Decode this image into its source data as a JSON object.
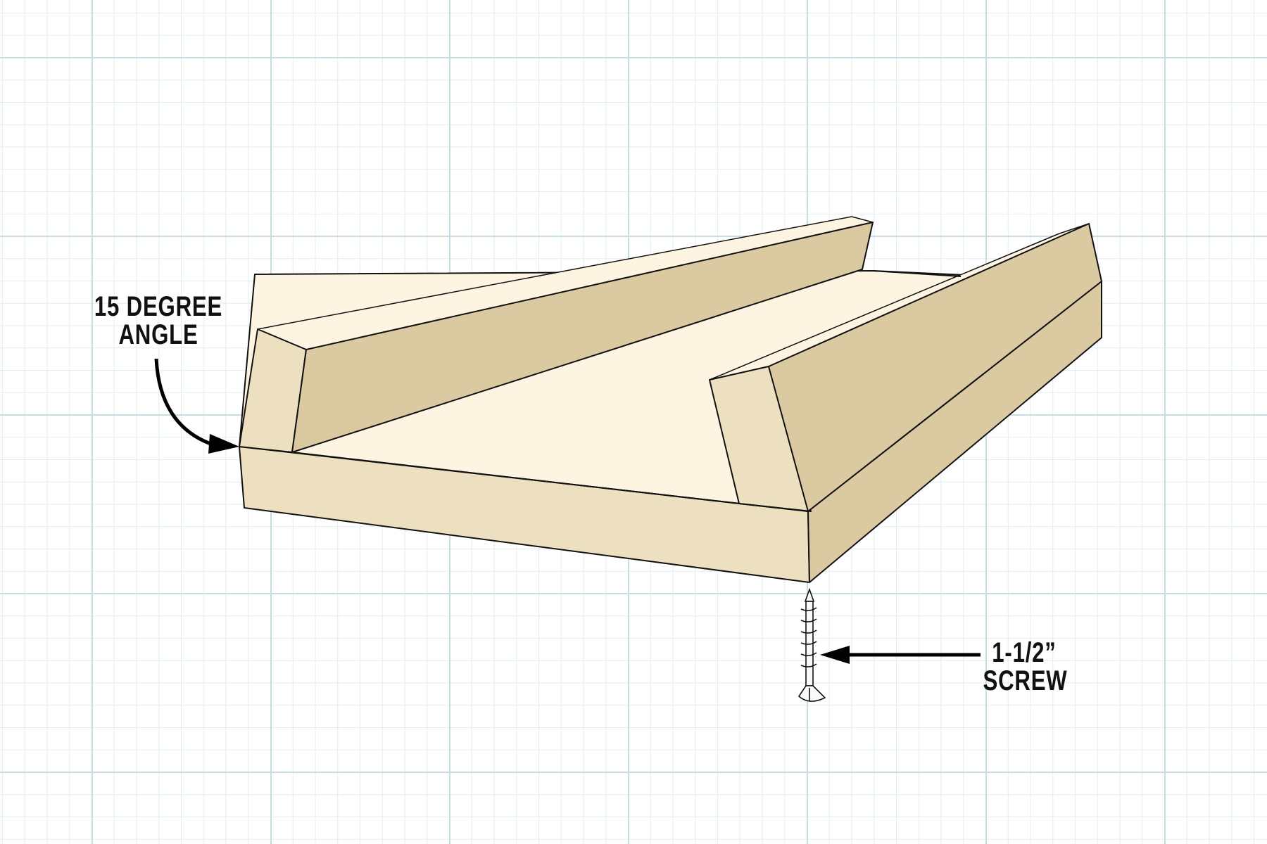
{
  "diagram": {
    "title": "Miter sled / jig with angled fences and screw",
    "colors": {
      "board_light": "#fdf5e2",
      "board_mid": "#ede0c0",
      "board_dark": "#dac9a1",
      "outline": "#111111",
      "grid_major": "#c6dde1",
      "grid_minor": "#e2eef0"
    },
    "callouts": [
      {
        "id": "angle",
        "lines": [
          "15 DEGREE",
          "ANGLE"
        ],
        "points_to": "left fence bevel edge"
      },
      {
        "id": "screw",
        "lines": [
          "1-1/2”",
          "SCREW"
        ],
        "points_to": "screw shaft"
      }
    ],
    "parts": [
      "base-board",
      "left-fence",
      "right-fence",
      "screw"
    ]
  }
}
